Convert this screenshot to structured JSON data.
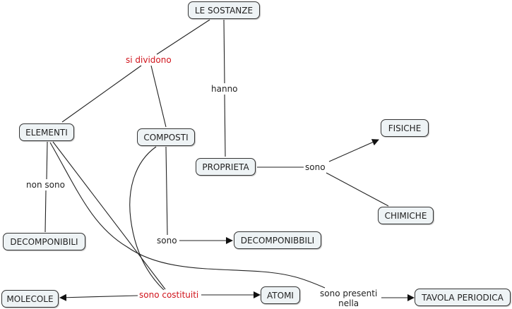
{
  "concepts": {
    "le_sostanze": "LE SOSTANZE",
    "elementi": "ELEMENTI",
    "composti": "COMPOSTI",
    "proprieta": "PROPRIETA",
    "fisiche": "FISICHE",
    "chimiche": "CHIMICHE",
    "decomponibili": "DECOMPONIBILI",
    "decomponibbili": "DECOMPONIBBILI",
    "molecole": "MOLECOLE",
    "atomi": "ATOMI",
    "tavola_periodica": "TAVOLA PERIODICA"
  },
  "links": {
    "si_dividono": "si dividono",
    "hanno": "hanno",
    "non_sono": "non sono",
    "sono_proprieta": "sono",
    "sono_composti": "sono",
    "sono_costituiti": "sono costituiti",
    "sono_presenti_line1": "sono presenti",
    "sono_presenti_line2": "nella"
  },
  "colors": {
    "link_highlight": "#d0131b",
    "node_fill": "#eef3f5",
    "line": "#222222"
  }
}
